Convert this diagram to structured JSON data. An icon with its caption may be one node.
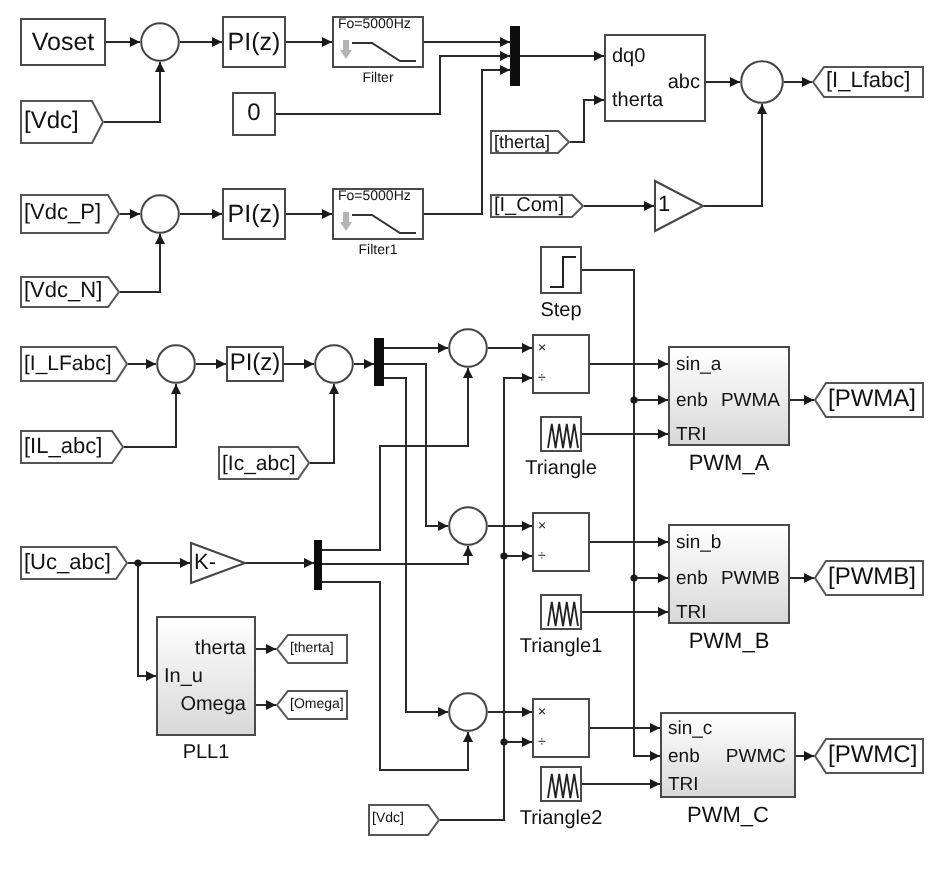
{
  "diagram": {
    "nodes": [
      {
        "text": [
          "Voset"
        ]
      },
      {
        "text": [],
        "shape": "circle"
      },
      {
        "text": [
          "PI(z)"
        ]
      },
      {
        "text": [
          "Fo=5000Hz",
          "Filter"
        ]
      },
      {
        "text": [
          "[Vdc]"
        ]
      },
      {
        "text": [
          "0"
        ]
      },
      {
        "text": [],
        "shape": "bar"
      },
      {
        "text": [
          "dq0",
          "abc",
          "therta"
        ]
      },
      {
        "text": [],
        "shape": "circle"
      },
      {
        "text": [
          "[I_Lfabc]"
        ]
      },
      {
        "text": [
          "[therta]"
        ]
      },
      {
        "text": [
          "[I_Com]"
        ]
      },
      {
        "text": [
          "1"
        ]
      },
      {
        "text": [
          "Step"
        ]
      },
      {
        "text": [
          "[Vdc_P]"
        ]
      },
      {
        "text": [],
        "shape": "circle"
      },
      {
        "text": [
          "PI(z)"
        ]
      },
      {
        "text": [
          "Fo=5000Hz",
          "Filter1"
        ]
      },
      {
        "text": [
          "[Vdc_N]"
        ]
      },
      {
        "text": [
          "[I_LFabc]"
        ]
      },
      {
        "text": [],
        "shape": "circle"
      },
      {
        "text": [
          "PI(z)"
        ]
      },
      {
        "text": [],
        "shape": "circle"
      },
      {
        "text": [],
        "shape": "bar"
      },
      {
        "text": [],
        "shape": "circle"
      },
      {
        "text": [
          "×",
          "÷"
        ]
      },
      {
        "text": [
          "sin_a",
          "enb",
          "PWMA",
          "TRI",
          "PWM_A"
        ]
      },
      {
        "text": [
          "[PWMA]"
        ]
      },
      {
        "text": [
          "[IL_abc]"
        ]
      },
      {
        "text": [
          "[Ic_abc]"
        ]
      },
      {
        "text": [
          "Triangle"
        ]
      },
      {
        "text": [],
        "shape": "circle"
      },
      {
        "text": [
          "×",
          "÷"
        ]
      },
      {
        "text": [
          "sin_b",
          "enb",
          "PWMB",
          "TRI",
          "PWM_B"
        ]
      },
      {
        "text": [
          "[PWMB]"
        ]
      },
      {
        "text": [
          "Triangle1"
        ]
      },
      {
        "text": [
          "[Uc_abc]"
        ]
      },
      {
        "text": [
          "K-"
        ]
      },
      {
        "text": [],
        "shape": "bar"
      },
      {
        "text": [
          "therta",
          "In_u",
          "Omega",
          "PLL1"
        ]
      },
      {
        "text": [
          "[therta]"
        ]
      },
      {
        "text": [
          "[Omega]"
        ]
      },
      {
        "text": [],
        "shape": "circle"
      },
      {
        "text": [
          "×",
          "÷"
        ]
      },
      {
        "text": [
          "sin_c",
          "enb",
          "PWMC",
          "TRI",
          "PWM_C"
        ]
      },
      {
        "text": [
          "[PWMC]"
        ]
      },
      {
        "text": [
          "Triangle2"
        ]
      },
      {
        "text": [
          "[Vdc]"
        ]
      }
    ],
    "edges": [
      {
        "from": 0,
        "to": 1,
        "arrow": "to"
      },
      {
        "from": 4,
        "to": 1,
        "arrow": "to"
      },
      {
        "from": 1,
        "to": 2,
        "arrow": "to"
      },
      {
        "from": 2,
        "to": 3,
        "arrow": "to"
      },
      {
        "from": 3,
        "to": 6,
        "arrow": "to"
      },
      {
        "from": 5,
        "to": 6,
        "arrow": "to"
      },
      {
        "from": 17,
        "to": 6,
        "arrow": "to"
      },
      {
        "from": 6,
        "to": 7,
        "arrow": "to"
      },
      {
        "from": 10,
        "to": 7,
        "arrow": "to"
      },
      {
        "from": 7,
        "to": 8,
        "arrow": "to"
      },
      {
        "from": 12,
        "to": 8,
        "arrow": "to"
      },
      {
        "from": 8,
        "to": 9,
        "arrow": "to"
      },
      {
        "from": 11,
        "to": 12,
        "arrow": "to"
      },
      {
        "from": 14,
        "to": 15,
        "arrow": "to"
      },
      {
        "from": 18,
        "to": 15,
        "arrow": "to"
      },
      {
        "from": 15,
        "to": 16,
        "arrow": "to"
      },
      {
        "from": 16,
        "to": 17,
        "arrow": "to"
      },
      {
        "from": 19,
        "to": 20,
        "arrow": "to"
      },
      {
        "from": 28,
        "to": 20,
        "arrow": "to"
      },
      {
        "from": 20,
        "to": 21,
        "arrow": "to"
      },
      {
        "from": 21,
        "to": 22,
        "arrow": "to"
      },
      {
        "from": 29,
        "to": 22,
        "arrow": "to"
      },
      {
        "from": 22,
        "to": 23,
        "arrow": "to"
      },
      {
        "from": 23,
        "to": 24,
        "arrow": "to"
      },
      {
        "from": 23,
        "to": 31,
        "arrow": "to"
      },
      {
        "from": 23,
        "to": 42,
        "arrow": "to"
      },
      {
        "from": 38,
        "to": 24,
        "arrow": "to"
      },
      {
        "from": 38,
        "to": 31,
        "arrow": "to"
      },
      {
        "from": 38,
        "to": 42,
        "arrow": "to"
      },
      {
        "from": 24,
        "to": 25,
        "arrow": "to"
      },
      {
        "from": 31,
        "to": 32,
        "arrow": "to"
      },
      {
        "from": 42,
        "to": 43,
        "arrow": "to"
      },
      {
        "from": 47,
        "to": 25,
        "arrow": "to"
      },
      {
        "from": 47,
        "to": 32,
        "arrow": "to"
      },
      {
        "from": 47,
        "to": 43,
        "arrow": "to"
      },
      {
        "from": 25,
        "to": 26,
        "arrow": "to"
      },
      {
        "from": 32,
        "to": 33,
        "arrow": "to"
      },
      {
        "from": 43,
        "to": 44,
        "arrow": "to"
      },
      {
        "from": 13,
        "to": 26,
        "arrow": "to"
      },
      {
        "from": 13,
        "to": 33,
        "arrow": "to"
      },
      {
        "from": 13,
        "to": 44,
        "arrow": "to"
      },
      {
        "from": 30,
        "to": 26,
        "arrow": "to"
      },
      {
        "from": 35,
        "to": 33,
        "arrow": "to"
      },
      {
        "from": 46,
        "to": 44,
        "arrow": "to"
      },
      {
        "from": 26,
        "to": 27,
        "arrow": "to"
      },
      {
        "from": 33,
        "to": 34,
        "arrow": "to"
      },
      {
        "from": 44,
        "to": 45,
        "arrow": "to"
      },
      {
        "from": 36,
        "to": 37,
        "arrow": "to"
      },
      {
        "from": 36,
        "to": 39,
        "arrow": "to"
      },
      {
        "from": 37,
        "to": 38,
        "arrow": "to"
      },
      {
        "from": 39,
        "to": 40,
        "arrow": "to"
      },
      {
        "from": 39,
        "to": 41,
        "arrow": "to"
      }
    ]
  }
}
